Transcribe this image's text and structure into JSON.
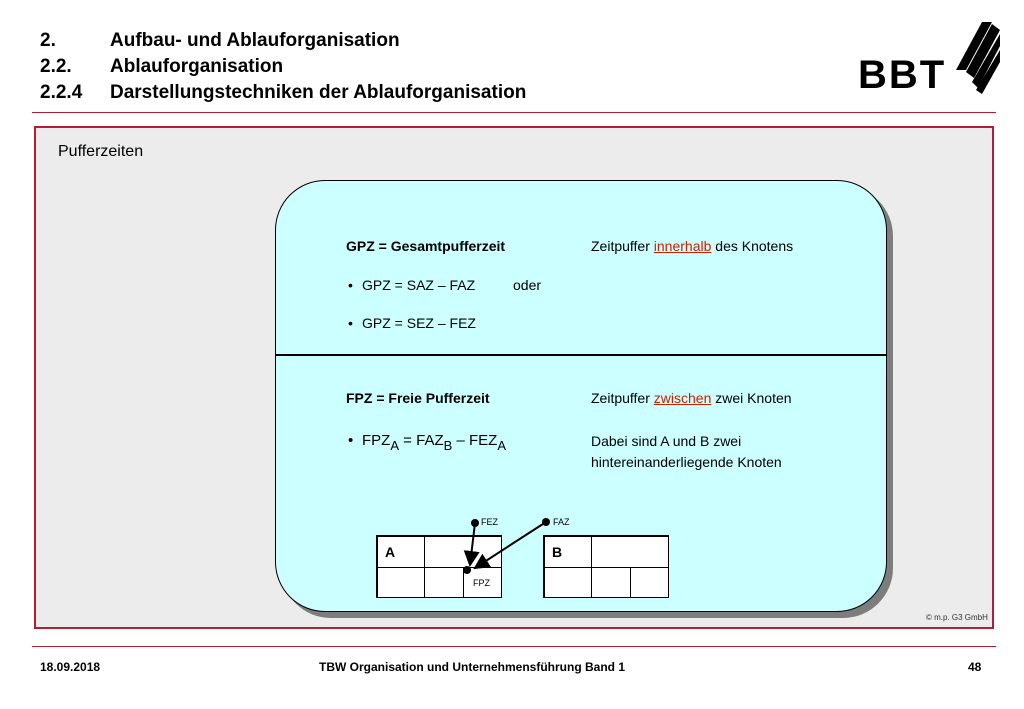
{
  "header": {
    "lines": [
      {
        "num": "2.",
        "text": "Aufbau- und Ablauforganisation"
      },
      {
        "num": "2.2.",
        "text": "Ablauforganisation"
      },
      {
        "num": "2.2.4",
        "text": "Darstellungstechniken der Ablauforganisation"
      }
    ],
    "logo_text": "BBT"
  },
  "panel": {
    "title": "Pufferzeiten",
    "copyright": "© m.p. G3 GmbH"
  },
  "gpz": {
    "title": "GPZ = Gesamtpufferzeit",
    "desc_pre": "Zeitpuffer ",
    "desc_em": "innerhalb",
    "desc_post": " des Knotens",
    "formula1": "GPZ = SAZ – FAZ",
    "formula1_suffix": "oder",
    "formula2": "GPZ = SEZ – FEZ"
  },
  "fpz": {
    "title": "FPZ = Freie Pufferzeit",
    "desc_pre": "Zeitpuffer ",
    "desc_em": "zwischen",
    "desc_post": " zwei Knoten",
    "formula_parts": [
      "FPZ",
      "A",
      " = FAZ",
      "B",
      " – FEZ",
      "A"
    ],
    "note_line1": "Dabei sind A und B zwei",
    "note_line2": "hintereinanderliegende Knoten"
  },
  "diagram": {
    "node_a": "A",
    "node_b": "B",
    "label_fez": "FEZ",
    "label_faz": "FAZ",
    "label_fpz": "FPZ"
  },
  "footer": {
    "date": "18.09.2018",
    "title": "TBW Organisation und Unternehmensführung Band 1",
    "page": "48"
  },
  "colors": {
    "accent": "#b11e35",
    "card_bg": "#ccffff",
    "highlight": "#cc2200"
  }
}
